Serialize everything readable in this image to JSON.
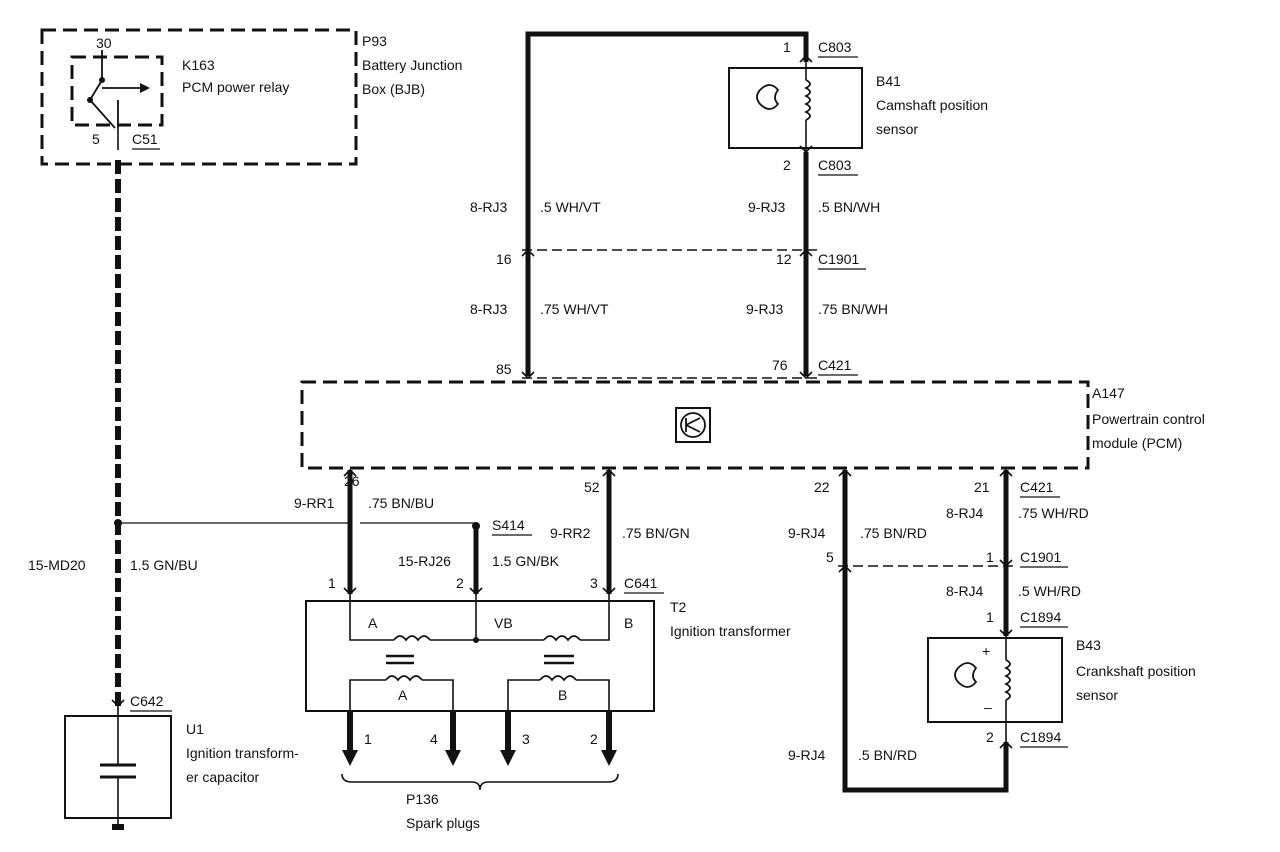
{
  "relay_box": {
    "id": "P93",
    "name1": "Battery Junction",
    "name2": "Box (BJB)",
    "relay_id": "K163",
    "relay_name": "PCM power relay",
    "pin_top": "30",
    "pin_bottom": "5",
    "connector": "C51"
  },
  "left_wire": {
    "circuit": "15-MD20",
    "spec": "1.5 GN/BU",
    "connector": "C642"
  },
  "capacitor": {
    "id": "U1",
    "name1": "Ignition transform-",
    "name2": "er capacitor"
  },
  "cam_sensor": {
    "id": "B41",
    "name1": "Camshaft position",
    "name2": "sensor",
    "pin_top": "1",
    "pin_bottom": "2",
    "conn_top": "C803",
    "conn_bottom": "C803"
  },
  "wires_upper": {
    "left_circuit_a": "8-RJ3",
    "left_spec_a": ".5 WH/VT",
    "right_circuit_a": "9-RJ3",
    "right_spec_a": ".5 BN/WH",
    "left_pin_c1901": "16",
    "right_pin_c1901": "12",
    "c1901": "C1901",
    "left_circuit_b": "8-RJ3",
    "left_spec_b": ".75 WH/VT",
    "right_circuit_b": "9-RJ3",
    "right_spec_b": ".75 BN/WH",
    "left_pin_c421": "85",
    "right_pin_c421": "76",
    "c421": "C421"
  },
  "pcm": {
    "id": "A147",
    "name1": "Powertrain control",
    "name2": "module (PCM)"
  },
  "wires_lower": {
    "pin26": "26",
    "rr1": "9-RR1",
    "rr1_spec": ".75 BN/BU",
    "pin52": "52",
    "rr2": "9-RR2",
    "rr2_spec": ".75 BN/GN",
    "pin22": "22",
    "rj4_a": "9-RJ4",
    "rj4_a_spec": ".75 BN/RD",
    "pin5": "5",
    "pin21": "21",
    "c421": "C421",
    "rj4_b": "8-RJ4",
    "rj4_b_spec": ".75 WH/RD",
    "pin1_c1901": "1",
    "c1901": "C1901",
    "rj4_c": "8-RJ4",
    "rj4_c_spec": ".5 WH/RD",
    "s414": "S414",
    "rj26": "15-RJ26",
    "rj26_spec": "1.5 GN/BK",
    "c641": "C641",
    "pin_a": "1",
    "pin_vb": "2",
    "pin_b": "3"
  },
  "transformer": {
    "id": "T2",
    "name": "Ignition transformer",
    "coil_a": "A",
    "coil_vb": "VB",
    "coil_b": "B",
    "sec_a": "A",
    "sec_b": "B"
  },
  "spark_plugs": {
    "id": "P136",
    "name": "Spark plugs",
    "out1": "1",
    "out4": "4",
    "out3": "3",
    "out2": "2"
  },
  "crank_sensor": {
    "id": "B43",
    "name1": "Crankshaft position",
    "name2": "sensor",
    "pin_top": "1",
    "pin_bottom": "2",
    "conn_top": "C1894",
    "conn_bottom": "C1894",
    "plus": "+",
    "minus": "–",
    "bottom_circuit": "9-RJ4",
    "bottom_spec": ".5 BN/RD"
  }
}
